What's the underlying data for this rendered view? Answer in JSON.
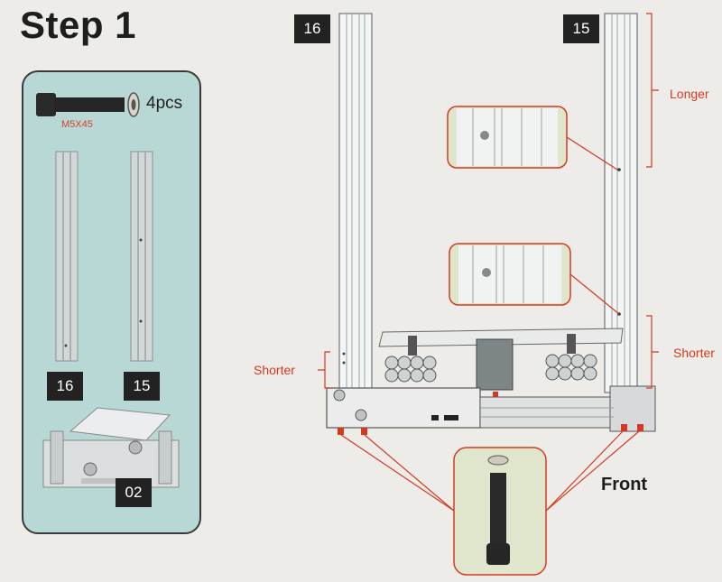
{
  "title": "Step 1",
  "parts": {
    "quantity": "4pcs",
    "screw_label": "M5X45",
    "left_extrusion_number": "16",
    "right_extrusion_number": "15",
    "base_number": "02"
  },
  "assembly": {
    "left_number": "16",
    "right_number": "15",
    "longer_label": "Longer",
    "shorter_right_label": "Shorter",
    "shorter_left_label": "Shorter",
    "front_label": "Front"
  },
  "colors": {
    "panel": "#b8d8d6",
    "accent_red": "#d33a22",
    "callout_bg": "#dfe6cc"
  }
}
